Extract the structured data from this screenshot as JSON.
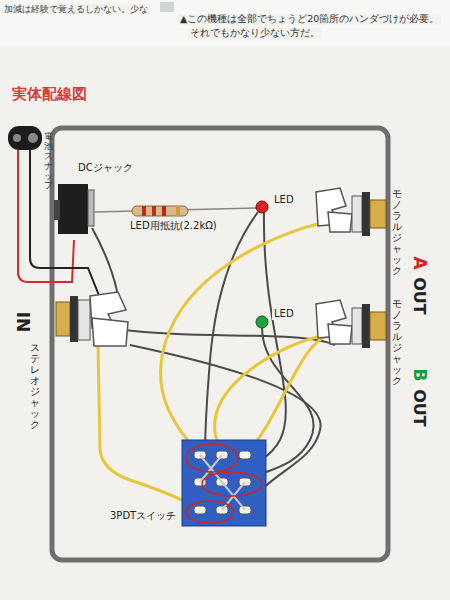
{
  "diagram": {
    "title": "実体配線図",
    "labels": [
      "加減は経験で覚えるしかない。少な",
      "▲この機種は全部でちょうど20箇所のハンダづけが必要。",
      "それでもかなり少ない方だ。",
      "電池スナップ",
      "DCジャック",
      "LED用抵抗(2.2kΩ)",
      "LED",
      "A",
      "OUT",
      "モノラルジャック",
      "LED",
      "B",
      "OUT",
      "モノラルジャック",
      "IN",
      "ステレオジャック",
      "3PDTスイッチ"
    ]
  }
}
